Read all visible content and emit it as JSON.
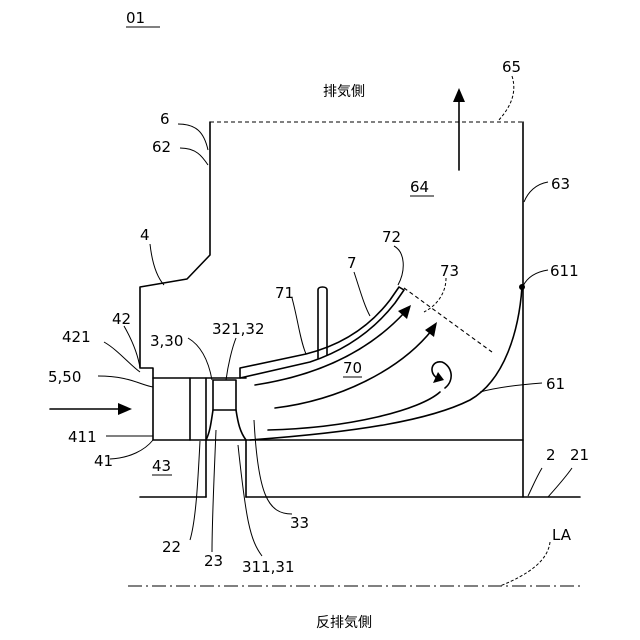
{
  "figure_label": "01",
  "sides": {
    "exhaust": "排気側",
    "anti_exhaust": "反排気側"
  },
  "refs": {
    "r6": "6",
    "r62": "62",
    "r65": "65",
    "r64": "64",
    "r63": "63",
    "r4": "4",
    "r72": "72",
    "r73": "73",
    "r7": "7",
    "r71": "71",
    "r611": "611",
    "r42": "42",
    "r421": "421",
    "r330": "3,30",
    "r32132": "321,32",
    "r550": "5,50",
    "r70": "70",
    "r61": "61",
    "r411": "411",
    "r41": "41",
    "r43": "43",
    "r2": "2",
    "r21": "21",
    "r33": "33",
    "r22": "22",
    "r23": "23",
    "r31131": "311,31",
    "rLA": "LA"
  }
}
